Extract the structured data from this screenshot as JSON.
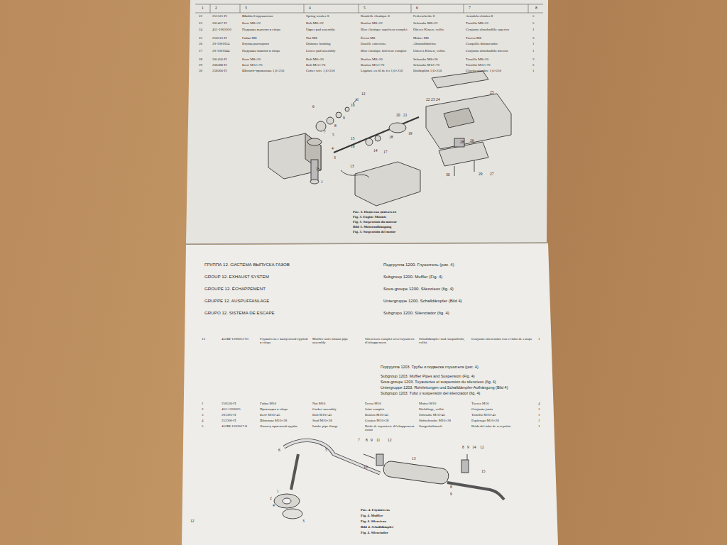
{
  "diagram": {
    "labels": [
      "1",
      "2",
      "3",
      "4",
      "5",
      "6",
      "7",
      "8",
      "22",
      "251525-П",
      "Шайба 8 пружинная",
      "Spring washer 8",
      "Rondelle élastique 8",
      "Federscheibe 8",
      "Arandela elástica 8",
      "5",
      "23",
      "201457-П",
      "Болт М8×22",
      "Bolt M8×22",
      "Boulon M8×22",
      "Schraube M8×22",
      "Tornillo M8×22",
      "5",
      "24",
      "451-1001050",
      "Подушка верхняя в сборе",
      "Upper pad assembly",
      "Bloc élastique supérieur complet",
      "Oberes Kissen, vollst.",
      "Conjunto almohadilla superior",
      "1",
      "25",
      "250510-П",
      "Гайка М8",
      "Nut M8",
      "Écrou M8",
      "Mutter M8",
      "Tuerca M8",
      "3",
      "26",
      "20-1001054",
      "Втулка распорная",
      "Distance bushing",
      "Douille entretoise",
      "Abstandsbüchse",
      "Casquillo distanciador",
      "1",
      "27",
      "20-1001044",
      "Подушка нижняя в сборе",
      "Lower pad assembly",
      "Bloc élastique inférieur complet",
      "Unteres Kissen, vollst.",
      "Conjunto almohadilla inferior",
      "1",
      "28",
      "201456-П",
      "Болт М8×20",
      "Bolt M8×20",
      "Boulon M8×20",
      "Schraube M8×20",
      "Tornillo M8×20",
      "3",
      "29",
      "206388-П",
      "Болт М12×70",
      "Bolt M12×70",
      "Boulon M12×70",
      "Schraube M12×70",
      "Tornillo M12×70",
      "2",
      "30",
      "258266-П",
      "Шплинт-проволока 1,6×250",
      "Cotter wire 1,6×250",
      "Ligature en fil de fer 1,6×250",
      "Drahtsplint 1,6×250",
      "Clavija-alambre 1,6×250",
      "1",
      "1",
      "2",
      "3",
      "4",
      "5",
      "6",
      "7",
      "8",
      "9",
      "10",
      "11",
      "12",
      "13",
      "14",
      "15",
      "16",
      "17",
      "18",
      "19",
      "20",
      "21",
      "22",
      "23",
      "24",
      "25",
      "26",
      "27",
      "28",
      "29",
      "30",
      "Рис. 3. Подвеска двигателя",
      "Fig. 3. Engine Mounts",
      "Fig. 3. Suspension du moteur",
      "Bild 3. Motoraufhängung",
      "Fig. 3. Suspensión del motor",
      "ГРУППА 12. СИСТЕМА ВЫПУСКА ГАЗОВ",
      "GROUP 12. EXHAUST SYSTEM",
      "GROUPE 12. ÉCHAPPEMENT",
      "GRUPPE 12. AUSPUFFANLAGE",
      "GRUPO 12. SISTEMA DE ESCAPE",
      "Подгруппа 1200. Глушитель (рис. 4)",
      "Subgroup 1200. Muffler (Fig. 4)",
      "Sous-groupe 1200. Silencieux (fig. 4)",
      "Untergruppe 1200. Schalldämpfer (Bild 4)",
      "Subgrupo 1200. Silenciador (fig. 4)",
      "13",
      "452Ш-1200012-01",
      "Глушитель с выпускной трубой в сборе",
      "Muffler and exhaust pipe assembly",
      "Silencieux complet avec tuyauterie d'échappement",
      "Schalldämpfer und Auspuffrohr, vollst.",
      "Conjunto silenciador con el tubo de escape",
      "1",
      "Подгруппа 1203. Трубы и подвеска глушителя (рис. 4)",
      "Subgroup 1203. Muffler Pipes and Suspension (Fig. 4)",
      "Sous-groupe 1203. Tuyauteries et suspension du silencieux (fig. 4)",
      "Untergruppe 1203. Rohrleitungen und Schalldämpfer-Aufhängung (Bild 4)",
      "Subgrupo 1203. Tubo y suspensión del silenciador (fig. 4)",
      "1",
      "250536-П",
      "Гайка М10",
      "Nut M10",
      "Écrou M10",
      "Mutter M10",
      "Tuerca M10",
      "4",
      "2",
      "452-1203025",
      "Прокладка в сборе",
      "Gasket assembly",
      "Joint complet",
      "Dichtlinge, vollst.",
      "Conjunto junta",
      "1",
      "3",
      "201395-П",
      "Болт М10×45",
      "Bolt M10×45",
      "Boulon M10×45",
      "Schraube M10×45",
      "Tornillo M10×45",
      "1",
      "4",
      "252300-П",
      "Шпилька М10×28",
      "Stud M10×28",
      "Goujon M10×28",
      "Stiftschraube M10×28",
      "Espárrago M10×28",
      "1",
      "5",
      "452Ш-1203017-Б",
      "Фланец приемной трубы",
      "Intake pipe flange",
      "Bride de tuyauterie d'échappement avant",
      "Saugrohrflansch",
      "Brida del tubo de recepción",
      "1",
      "6",
      "5",
      "4",
      "1",
      "2",
      "3",
      "7",
      "8",
      "9",
      "11",
      "12",
      "10",
      "13",
      "8",
      "9",
      "14",
      "12",
      "15",
      "8",
      "9",
      "Рис. 4. Глушитель",
      "Fig. 4. Muffler",
      "Fig. 4. Silencieux",
      "Bild 4. Schalldämpfer",
      "Fig. 4. Silenciador",
      "12"
    ]
  }
}
